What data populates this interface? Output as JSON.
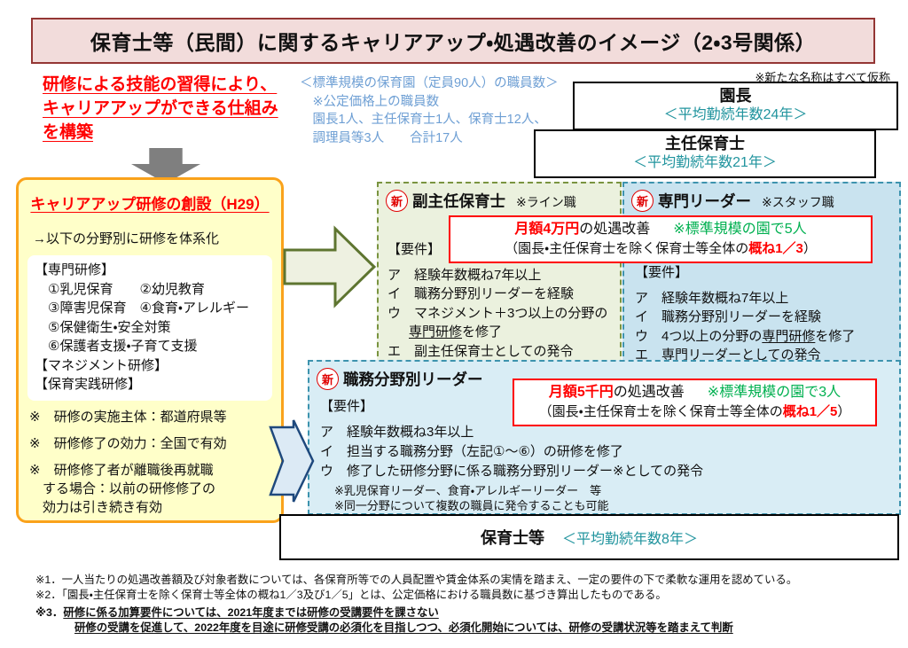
{
  "title": "保育士等（民間）に関するキャリアアップ・処遇改善のイメージ（2・3号関係）",
  "top_note": "※新たな名称はすべて仮称",
  "lead": {
    "lines": [
      "研修による技能の習得により、",
      "キャリアアップができる仕組み",
      "を構築"
    ]
  },
  "staffing": {
    "lines": [
      "＜標準規模の保育園（定員90人）の職員数＞",
      "　※公定価格上の職員数",
      "　園長1人、主任保育士1人、保育士12人、",
      "　調理員等3人　　合計17人"
    ]
  },
  "hierarchy": {
    "principal": {
      "title": "園長",
      "tenure": "＜平均勤続年数24年＞"
    },
    "head_teacher": {
      "title": "主任保育士",
      "tenure": "＜平均勤続年数21年＞"
    },
    "staff": {
      "title": "保育士等",
      "tenure": "＜平均勤続年数8年＞"
    }
  },
  "career": {
    "title": "キャリアアップ研修の創設（H29）",
    "systemize": "→以下の分野別に研修を体系化",
    "training_lines": [
      "【専門研修】",
      "　①乳児保育　　②幼児教育",
      "　③障害児保育　④食育・アレルギー",
      "　⑤保健衛生・安全対策",
      "　⑥保護者支援・子育て支援",
      "【マネジメント研修】",
      "【保育実践研修】"
    ],
    "note1": "※　研修の実施主体：都道府県等",
    "note2": "※　研修修了の効力：全国で有効",
    "note3_lines": [
      "※　研修修了者が離職後再就職",
      "　する場合：以前の研修修了の",
      "　効力は引き続き有効"
    ]
  },
  "vice_chief": {
    "badge": "新",
    "title": "副主任保育士",
    "type_note": "※ライン職",
    "req_label": "【要件】",
    "req_a": "ア　経験年数概ね7年以上",
    "req_b": "イ　職務分野別リーダーを経験",
    "req_c_pre": "ウ　マネジメント＋3つ以上の分野の",
    "req_c_underline": "専門研修",
    "req_c_post": "を修了",
    "req_d": "エ　副主任保育士としての発令"
  },
  "specialist_leader": {
    "badge": "新",
    "title": "専門リーダー",
    "type_note": "※スタッフ職",
    "req_label": "【要件】",
    "req_a": "ア　経験年数概ね7年以上",
    "req_b": "イ　職務分野別リーダーを経験",
    "req_c_pre": "ウ　4つ以上の分野の",
    "req_c_underline": "専門研修",
    "req_c_post": "を修了",
    "req_d": "エ　専門リーダーとしての発令"
  },
  "field_leader": {
    "badge": "新",
    "title": "職務分野別リーダー",
    "req_label": "【要件】",
    "req_a": "ア　経験年数概ね3年以上",
    "req_b": "イ　担当する職務分野（左記①～⑥）の研修を修了",
    "req_c": "ウ　修了した研修分野に係る職務分野別リーダー※としての発令",
    "note1": "※乳児保育リーダー、食育・アレルギーリーダー　等",
    "note2": "※同一分野について複数の職員に発令することも可能"
  },
  "raise_40k": {
    "amount": "月額4万円",
    "suffix": "の処遇改善",
    "scale": "※標準規模の園で5人",
    "detail_pre": "（園長・主任保育士を除く保育士等全体の",
    "detail_emph": "概ね1／3",
    "detail_post": "）"
  },
  "raise_5k": {
    "amount": "月額5千円",
    "suffix": "の処遇改善",
    "scale": "※標準規模の園で3人",
    "detail_pre": "（園長・主任保育士を除く保育士等全体の",
    "detail_emph": "概ね1／5",
    "detail_post": "）"
  },
  "footnotes": {
    "n1": "※1．一人当たりの処遇改善額及び対象者数については、各保育所等での人員配置や賃金体系の実情を踏まえ、一定の要件の下で柔軟な運用を認めている。",
    "n2": "※2．「園長・主任保育士を除く保育士等全体の概ね1／3及び1／5」とは、公定価格における職員数に基づき算出したものである。",
    "n3_marker": "※3．",
    "n3a": "研修に係る加算要件については、2021年度までは研修の受講要件を課さない",
    "n3b": "研修の受講を促進して、2022年度を目途に研修受講の必須化を目指しつつ、必須化開始については、研修の受講状況等を踏まえて判断"
  },
  "colors": {
    "title_bg": "#f2dcdb",
    "title_border": "#943634",
    "accent_red": "#ff0000",
    "tenure_teal": "#21949e",
    "scale_green": "#00b050",
    "staffing_blue": "#6e9fd4",
    "vice_bg": "#ebf1de",
    "vice_border": "#7a9440",
    "leader_bg": "#c9e3ef",
    "field_bg": "#d9edf5",
    "leader_border": "#3d93ae",
    "career_bg": "#ffffc9",
    "career_border": "#faa21b"
  }
}
